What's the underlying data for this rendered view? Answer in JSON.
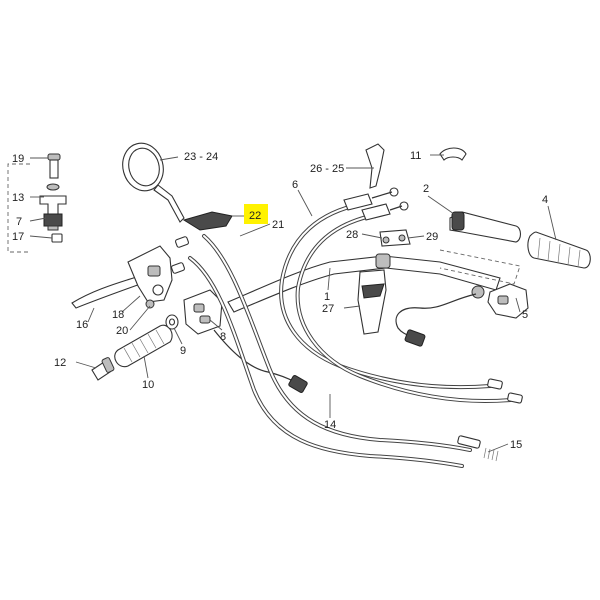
{
  "callouts": {
    "c1": "1",
    "c2": "2",
    "c4": "4",
    "c5": "5",
    "c6": "6",
    "c7": "7",
    "c8": "8",
    "c9": "9",
    "c10": "10",
    "c11": "11",
    "c12": "12",
    "c13": "13",
    "c14": "14",
    "c15": "15",
    "c16": "16",
    "c17": "17",
    "c18": "18",
    "c19": "19",
    "c20": "20",
    "c21": "21",
    "c22": "22",
    "c23_24": "23 - 24",
    "c26_25": "26 - 25",
    "c27": "27",
    "c28": "28",
    "c29": "29"
  },
  "highlight": {
    "part": "22",
    "color": "#fff200"
  }
}
